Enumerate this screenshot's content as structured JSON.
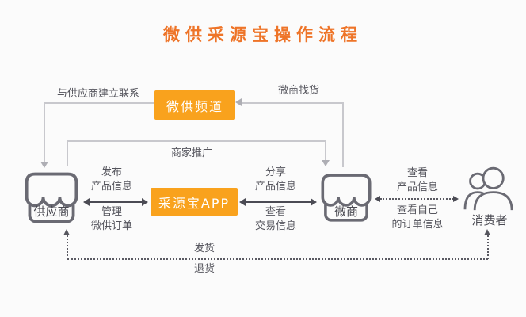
{
  "title": "微供采源宝操作流程",
  "colors": {
    "title_accent": "#ee7428",
    "box_orange": "#f9a21d",
    "line_gray": "#c8c8cd",
    "arrow_dark": "#4b4b54",
    "label_text": "#55555d",
    "icon_stroke": "#6a6a73",
    "background": "#fbfbfb"
  },
  "nodes": {
    "channel_box": "微供频道",
    "app_box": "采源宝APP",
    "supplier": "供应商",
    "merchant": "微商",
    "consumer": "消费者"
  },
  "edges": {
    "establish_contact": {
      "label": "与供应商建立联系"
    },
    "merchant_find_goods": {
      "label": "微商找货"
    },
    "merchant_promotion": {
      "label": "商家推广"
    },
    "supplier_app": {
      "top": [
        "发布",
        "产品信息"
      ],
      "bottom": [
        "管理",
        "微供订单"
      ]
    },
    "app_merchant": {
      "top": [
        "分享",
        "产品信息"
      ],
      "bottom": [
        "查看",
        "交易信息"
      ]
    },
    "merchant_consumer": {
      "top": [
        "查看",
        "产品信息"
      ],
      "bottom": [
        "查看自己",
        "的订单信息"
      ]
    },
    "ship_return": {
      "ship": "发货",
      "return": "退货"
    }
  }
}
